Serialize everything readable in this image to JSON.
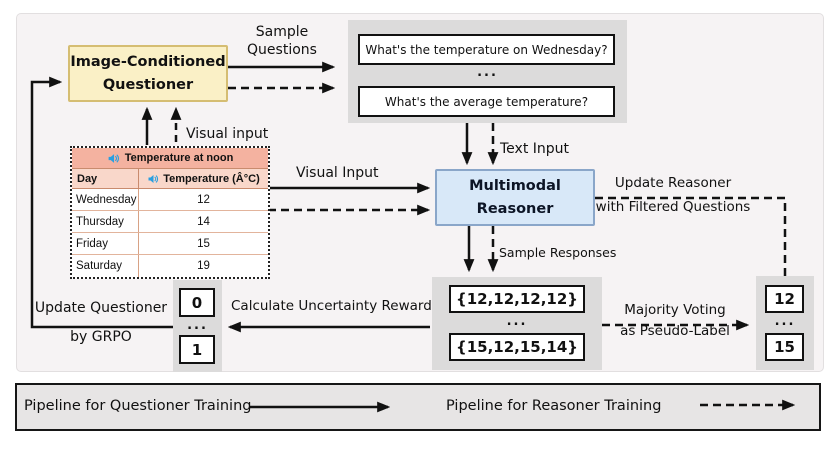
{
  "questioner": {
    "line1": "Image-Conditioned",
    "line2": "Questioner"
  },
  "reasoner": {
    "line1": "Multimodal",
    "line2": "Reasoner"
  },
  "questions": {
    "q1": "What's the temperature on Wednesday?",
    "ellipsis": "...",
    "q2": "What's the average temperature?"
  },
  "responses": {
    "r1": "{12,12,12,12}",
    "ellipsis": "...",
    "r2": "{15,12,15,14}"
  },
  "pseudo_labels": {
    "v1": "12",
    "ellipsis": "...",
    "v2": "15"
  },
  "rewards": {
    "v1": "0",
    "ellipsis": "...",
    "v2": "1"
  },
  "edge_labels": {
    "sample_questions_1": "Sample",
    "sample_questions_2": "Questions",
    "visual_input_questioner": "Visual input",
    "visual_input_reasoner": "Visual Input",
    "text_input": "Text Input",
    "update_reasoner_1": "Update Reasoner",
    "update_reasoner_2": "with Filtered Questions",
    "sample_responses": "Sample Responses",
    "majority_voting_1": "Majority Voting",
    "majority_voting_2": "as Pseudo-Label",
    "calculate_reward": "Calculate Uncertainty Reward",
    "update_questioner_1": "Update Questioner",
    "update_questioner_2": "by GRPO"
  },
  "table": {
    "title": "Temperature at noon",
    "columns": [
      "Day",
      "Temperature (Â°C)"
    ],
    "rows": [
      [
        "Wednesday",
        "12"
      ],
      [
        "Thursday",
        "14"
      ],
      [
        "Friday",
        "15"
      ],
      [
        "Saturday",
        "19"
      ]
    ]
  },
  "legend": {
    "questioner_pipeline": "Pipeline for Questioner Training",
    "reasoner_pipeline": "Pipeline for Reasoner Training"
  },
  "colors": {
    "arrow": "#111111",
    "questioner_bg": "#faf0c6",
    "reasoner_bg": "#d8e8f8",
    "gray_panel": "#dcdbdb",
    "table_title_bg": "#f4b2a0",
    "table_header_bg": "#f9d7ca",
    "speaker_icon": "#2a9fe0"
  }
}
